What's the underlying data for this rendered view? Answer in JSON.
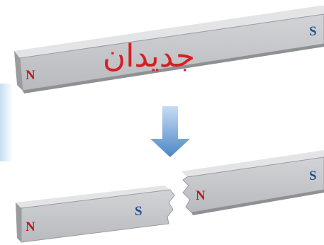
{
  "caption": {
    "text": "جديدان",
    "color": "#d51f24"
  },
  "colors": {
    "bar_top": "#dcdddf",
    "bar_face": "#c6c7ca",
    "bar_bottom": "#8f9094",
    "bar_edge": "#7d7e82",
    "north": "#c0191c",
    "south": "#1f4f8f",
    "arrow_top": "#c7dcf3",
    "arrow_bottom": "#4b86c6"
  },
  "magnet_top": {
    "north_label": "N",
    "south_label": "S"
  },
  "magnet_bottom_left": {
    "north_label": "N",
    "south_label": "S"
  },
  "magnet_bottom_right": {
    "north_label": "N",
    "south_label": "S"
  },
  "arrow": {
    "icon": "arrow-down-icon"
  }
}
